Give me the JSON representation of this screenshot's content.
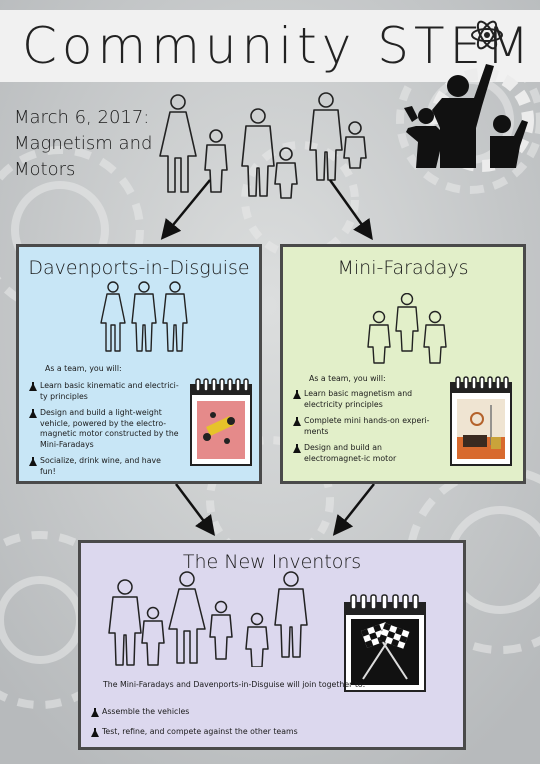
{
  "page": {
    "title": "Community STEM",
    "date_lines": [
      "March 6, 2017:",
      "Magnetism and",
      "Motors"
    ]
  },
  "icons": [
    "atom-icon",
    "raised-hands-silhouette-icon",
    "family-icon",
    "flask-icon",
    "calendar-icon",
    "checkered-flags-icon",
    "toy-car-photo",
    "motor-photo"
  ],
  "colors": {
    "davenports_bg": "#c8e6f6",
    "faradays_bg": "#e2efc9",
    "inventors_bg": "#dcd8ee",
    "border": "#4a4a4a"
  },
  "davenports": {
    "title": "Davenports-in-Disguise",
    "intro": "As a team, you will:",
    "items": [
      "Learn basic kinematic and electrici-ty principles",
      "Design and build a light-weight vehicle, powered by the electro-magnetic motor constructed by the Mini-Faradays",
      "Socialize, drink wine, and have fun!"
    ]
  },
  "faradays": {
    "title": "Mini-Faradays",
    "intro": "As a team, you will:",
    "items": [
      "Learn basic magnetism and electricity principles",
      "Complete mini hands-on experi-ments",
      "Design and build an electromagnet-ic motor"
    ]
  },
  "inventors": {
    "title": "The New Inventors",
    "intro": "The Mini-Faradays and Davenports-in-Disguise will join together to:",
    "items": [
      "Assemble the vehicles",
      "Test, refine, and compete against the other teams"
    ]
  }
}
